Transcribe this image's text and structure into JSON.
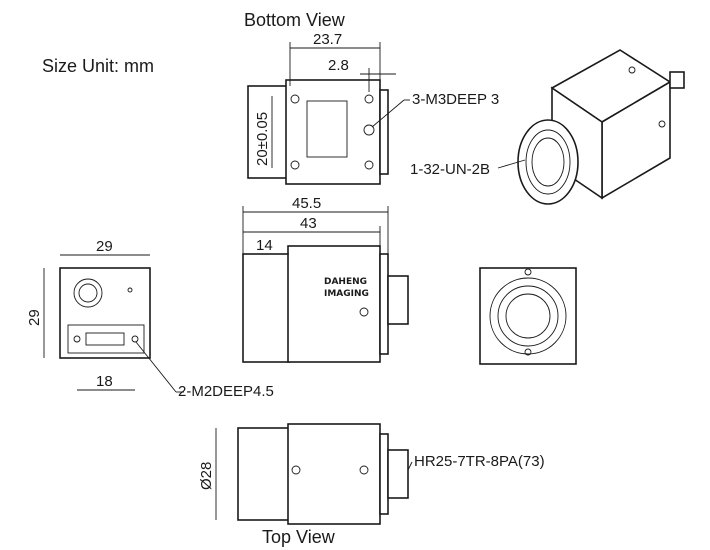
{
  "titles": {
    "size_unit": "Size Unit: mm",
    "bottom_view": "Bottom View",
    "top_view": "Top View"
  },
  "dimensions": {
    "d_23_7": "23.7",
    "d_2_8": "2.8",
    "d_20": "20±0.05",
    "d_45_5": "45.5",
    "d_43": "43",
    "d_14": "14",
    "d_29_w": "29",
    "d_29_h": "29",
    "d_18": "18",
    "d_28": "Ø28"
  },
  "callouts": {
    "m3": "3-M3DEEP 3",
    "thread": "1-32-UN-2B",
    "m2": "2-M2DEEP4.5",
    "connector": "HR25-7TR-8PA(73)"
  },
  "logo": {
    "line1": "DAHENG",
    "line2": "IMAGING"
  }
}
